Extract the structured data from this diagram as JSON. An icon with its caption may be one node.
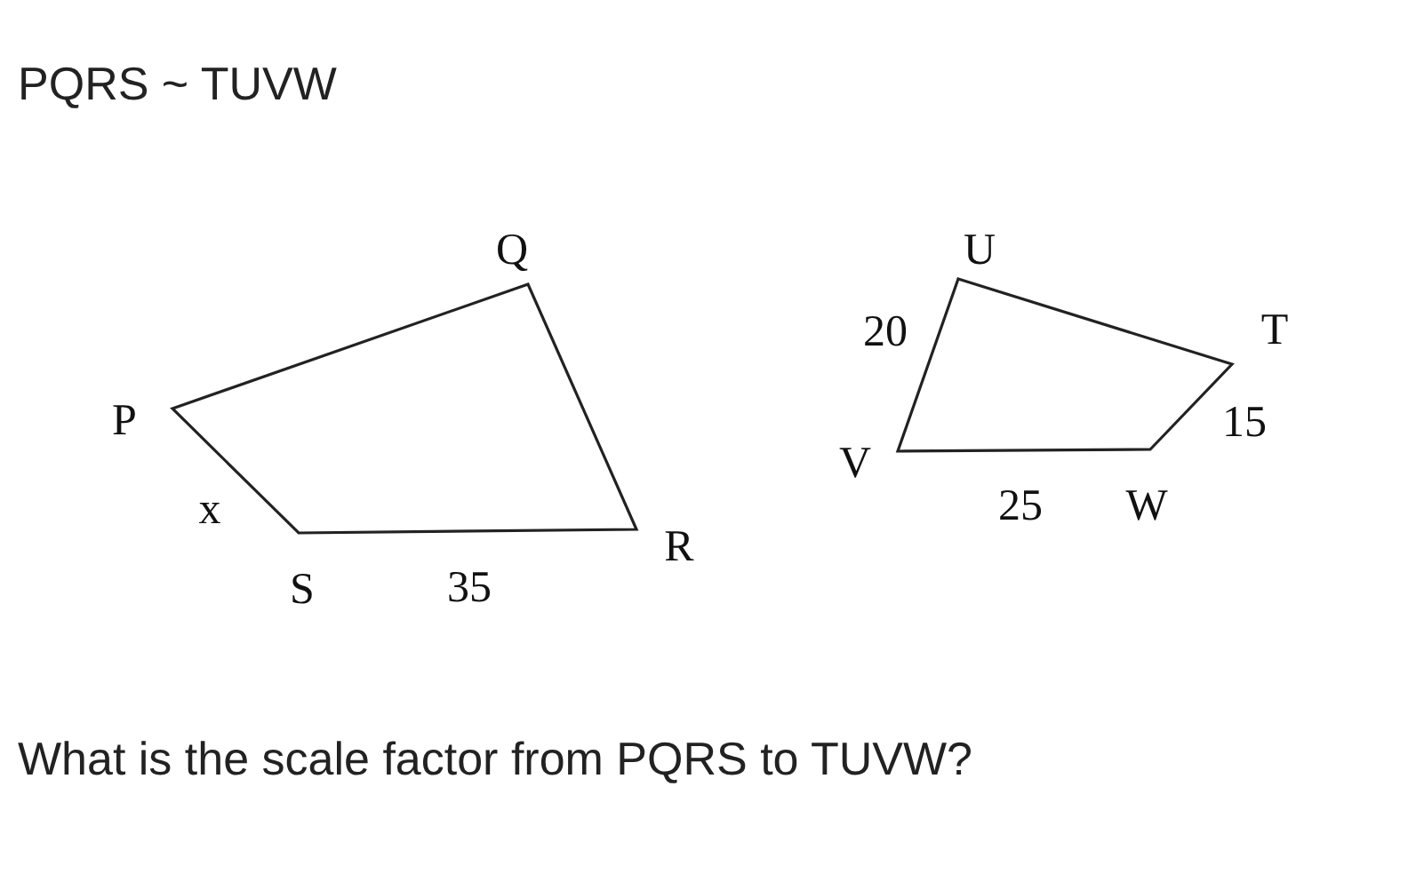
{
  "diagram": {
    "title": "PQRS ~ TUVW",
    "caption": "What is the scale factor from PQRS to TUVW?",
    "labels": [
      "Q",
      "U",
      "20",
      "T",
      "P",
      "15",
      "V",
      "x",
      "25",
      "W",
      "R",
      "S",
      "35"
    ]
  }
}
